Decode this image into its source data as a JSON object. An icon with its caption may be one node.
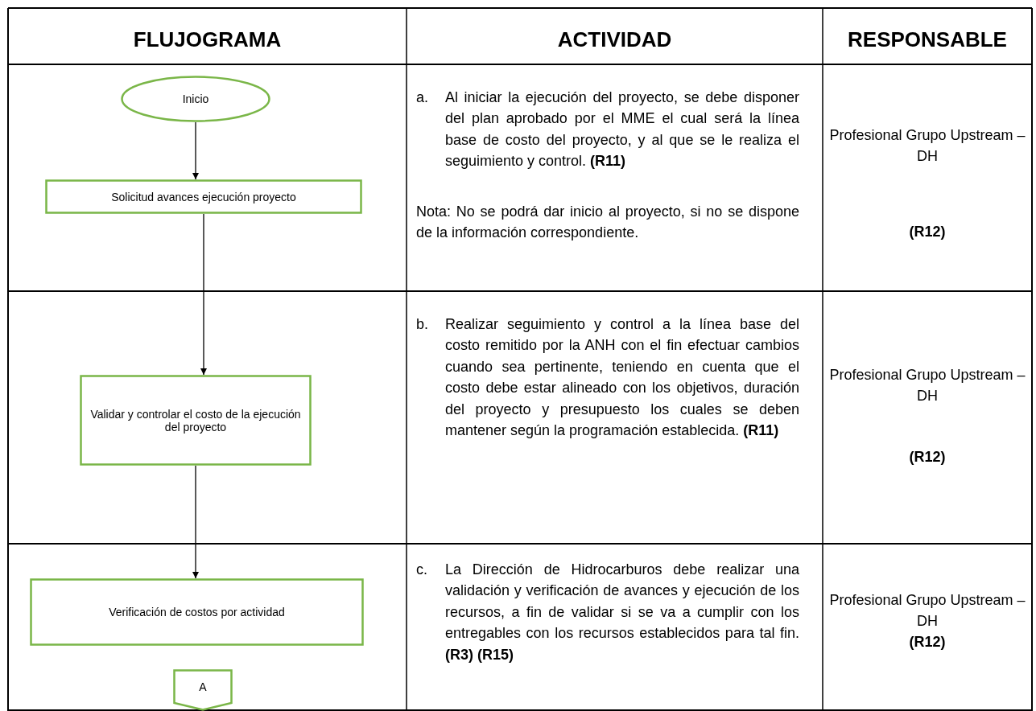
{
  "diagram": {
    "nodes": [
      {
        "text": [
          "Inicio"
        ]
      },
      {
        "text": [
          "Solicitud avances ejecución proyecto"
        ]
      },
      {
        "text": [
          "Validar y controlar el costo de la ejecución del proyecto"
        ]
      },
      {
        "text": [
          "Verificación de costos por actividad"
        ]
      },
      {
        "text": [
          "A"
        ]
      }
    ],
    "edges": [
      {
        "from": 0,
        "to": 1,
        "arrow": "to"
      },
      {
        "from": 1,
        "to": 2,
        "arrow": "to"
      },
      {
        "from": 2,
        "to": 3,
        "arrow": "to"
      }
    ],
    "labels": [
      "FLUJOGRAMA",
      "ACTIVIDAD",
      "RESPONSABLE",
      "a.",
      "Al iniciar la ejecución del proyecto, se debe disponer del plan aprobado por el MME el cual será la línea base de costo del proyecto, y al que se le realiza el seguimiento y control. **(R11)**",
      "Nota: No se podrá dar inicio al proyecto, si no se dispone de la información correspondiente.",
      "Profesional Grupo Upstream – DH",
      "(R12)",
      "b.",
      "Realizar seguimiento y control a la línea base del costo remitido por la ANH con el fin efectuar cambios cuando sea pertinente, teniendo en cuenta que el costo debe estar alineado con los objetivos, duración del proyecto y presupuesto los cuales se deben mantener según la programación establecida. **(R11)**",
      "Profesional Grupo Upstream – DH",
      "(R12)",
      "c.",
      "La Dirección de Hidrocarburos debe realizar una validación y verificación de avances y ejecución de los recursos, a fin de validar si se va a cumplir con los entregables con los recursos establecidos para tal fin. **(R3) (R15)**",
      "Profesional Grupo Upstream – DH",
      "(R12)"
    ]
  }
}
